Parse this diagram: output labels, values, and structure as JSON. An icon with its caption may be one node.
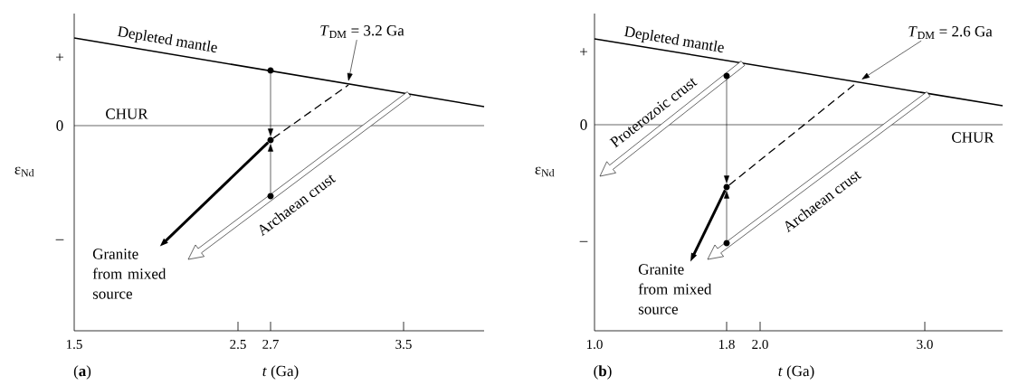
{
  "diagram": {
    "nodes": [
      {
        "text": [],
        "shape": "circle"
      },
      {
        "text": [],
        "shape": "circle"
      },
      {
        "text": [],
        "shape": "circle"
      },
      {
        "text": [
          "*T*$_{DM}$ = 3.2 Ga"
        ]
      },
      {
        "text": [],
        "shape": "circle"
      },
      {
        "text": [],
        "shape": "circle"
      },
      {
        "text": [],
        "shape": "circle"
      },
      {
        "text": [
          "*T*$_{DM}$ = 2.6 Ga"
        ]
      },
      {
        "text": [
          "Granite from mixed source"
        ]
      },
      {
        "text": [
          "Granite from mixed source"
        ]
      }
    ],
    "edges": [
      {
        "from": 0,
        "to": 1,
        "arrow": "to"
      },
      {
        "from": 2,
        "to": 1,
        "arrow": "to"
      },
      {
        "from": 1,
        "to": 8,
        "arrow": "to",
        "style": "thick"
      },
      {
        "from": 1,
        "to": null,
        "arrow": "none",
        "style": "dashed"
      },
      {
        "from": 3,
        "to": null,
        "arrow": "to"
      },
      {
        "from": 4,
        "to": 5,
        "arrow": "to"
      },
      {
        "from": 6,
        "to": 5,
        "arrow": "to"
      },
      {
        "from": 5,
        "to": 9,
        "arrow": "to",
        "style": "thick"
      },
      {
        "from": 5,
        "to": null,
        "arrow": "none",
        "style": "dashed"
      },
      {
        "from": 7,
        "to": null,
        "arrow": "to"
      }
    ],
    "labels": [
      "Depleted mantle",
      "+",
      "CHUR",
      "0",
      "ε$_{Nd}$",
      "Archaean crust",
      "–",
      "1.5",
      "2.5",
      "2.7",
      "3.5",
      "(**a**)",
      "*t* (Ga)",
      "Depleted mantle",
      "+",
      "Proterozoic crust",
      "0",
      "CHUR",
      "ε$_{Nd}$",
      "Archaean crust",
      "–",
      "1.0",
      "1.8",
      "2.0",
      "3.0",
      "(**b**)",
      "*t* (Ga)"
    ]
  }
}
